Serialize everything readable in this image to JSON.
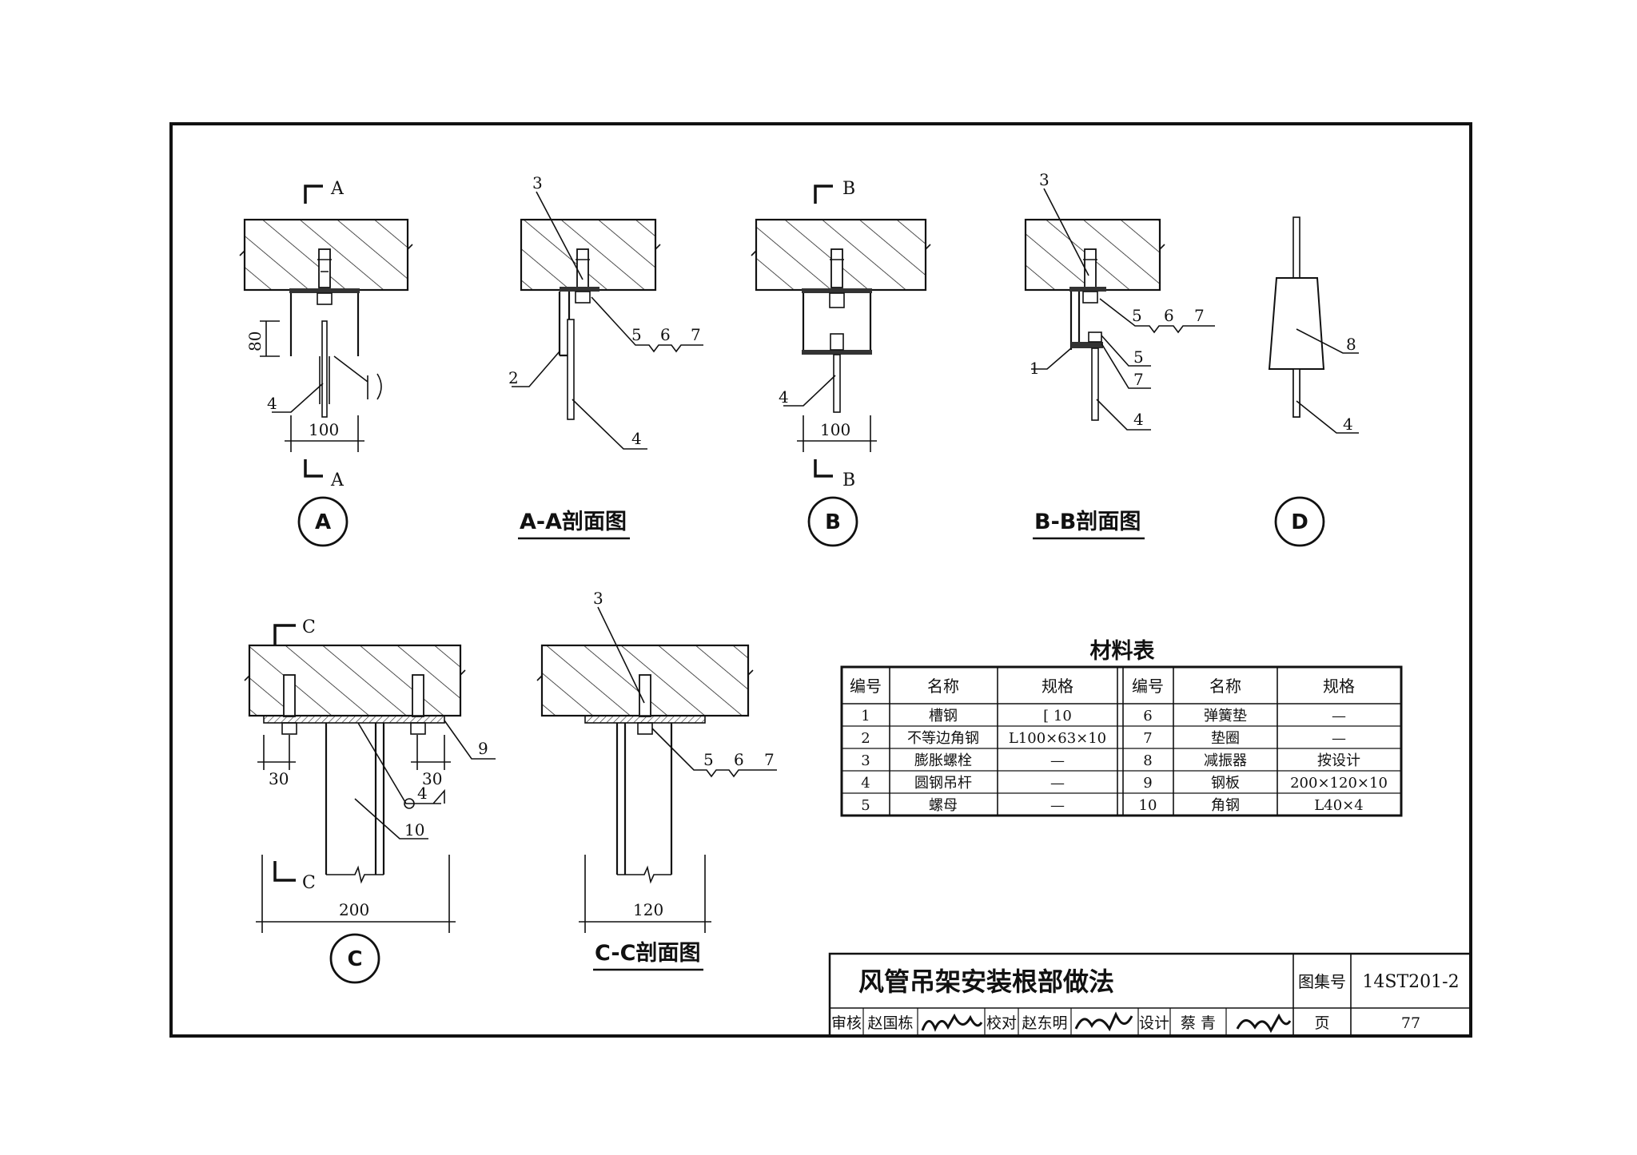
{
  "views": {
    "A": {
      "section_mark": "A",
      "dim_height": "80",
      "dim_width": "100",
      "circle": "A",
      "callouts": [
        "4"
      ]
    },
    "AA": {
      "title": "A-A剖面图",
      "callouts": [
        "3",
        "2",
        "4",
        "5",
        "6",
        "7"
      ]
    },
    "B": {
      "section_mark": "B",
      "dim_width": "100",
      "circle": "B",
      "callouts": [
        "4"
      ]
    },
    "BB": {
      "title": "B-B剖面图",
      "callouts": [
        "3",
        "1",
        "4",
        "5",
        "6",
        "7",
        "5",
        "7"
      ]
    },
    "D": {
      "circle": "D",
      "callouts": [
        "8",
        "4"
      ]
    },
    "C": {
      "section_mark": "C",
      "dim_left": "30",
      "dim_right": "30",
      "dim_width": "200",
      "circle": "C",
      "callouts": [
        "9",
        "4",
        "10"
      ]
    },
    "CC": {
      "title": "C-C剖面图",
      "dim_width": "120",
      "callouts": [
        "3",
        "5",
        "6",
        "7"
      ]
    }
  },
  "material_table": {
    "title": "材料表",
    "headers": [
      "编号",
      "名称",
      "规格",
      "编号",
      "名称",
      "规格"
    ],
    "rows": [
      [
        "1",
        "槽钢",
        "[ 10",
        "6",
        "弹簧垫",
        "—"
      ],
      [
        "2",
        "不等边角钢",
        "L100×63×10",
        "7",
        "垫圈",
        "—"
      ],
      [
        "3",
        "膨胀螺栓",
        "—",
        "8",
        "减振器",
        "按设计"
      ],
      [
        "4",
        "圆钢吊杆",
        "—",
        "9",
        "钢板",
        "200×120×10"
      ],
      [
        "5",
        "螺母",
        "—",
        "10",
        "角钢",
        "L40×4"
      ]
    ]
  },
  "title_block": {
    "title": "风管吊架安装根部做法",
    "atlas_label": "图集号",
    "atlas_no": "14ST201-2",
    "review_label": "审核",
    "reviewer": "赵国栋",
    "check_label": "校对",
    "checker": "赵东明",
    "design_label": "设计",
    "designer": "蔡 青",
    "page_label": "页",
    "page_no": "77"
  }
}
